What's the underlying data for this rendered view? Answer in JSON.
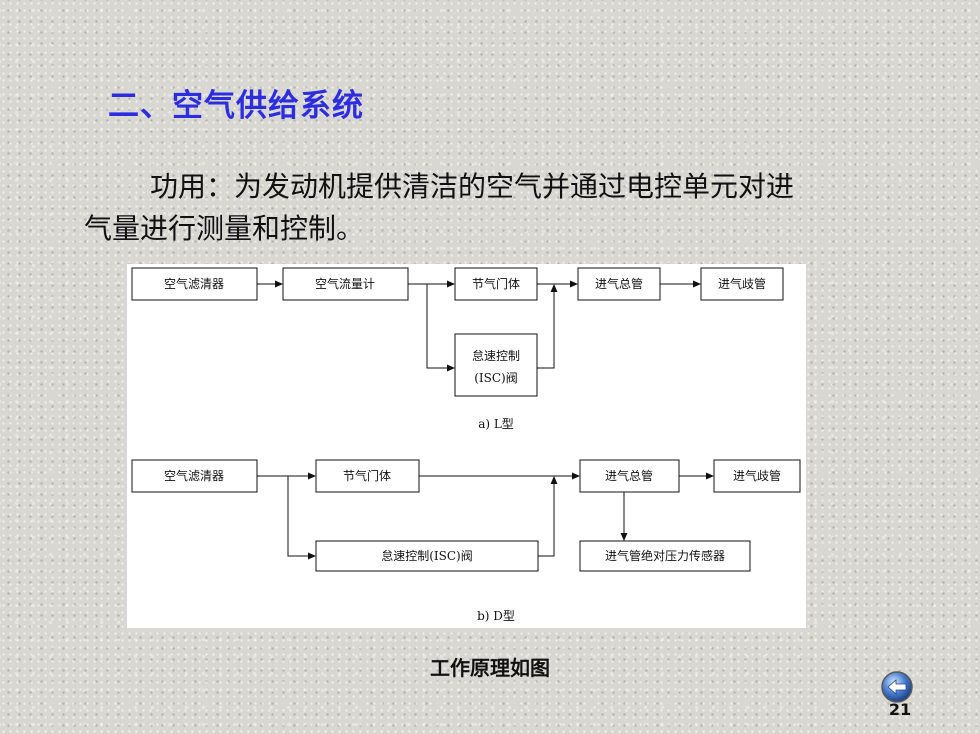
{
  "slide": {
    "title": "二、空气供给系统",
    "body_first": "功用：为发动机提供清洁的空气并通过电控单元对进",
    "body_second": "气量进行测量和控制。",
    "caption": "工作原理如图",
    "page_number": "21"
  },
  "diagram": {
    "l_type": {
      "label": "a) L型",
      "nodes": {
        "air_filter": "空气滤清器",
        "air_flow_meter": "空气流量计",
        "throttle_body": "节气门体",
        "intake_manifold_main": "进气总管",
        "intake_branch": "进气歧管",
        "isc_line1": "怠速控制",
        "isc_line2": "(ISC)阀"
      }
    },
    "d_type": {
      "label": "b) D型",
      "nodes": {
        "air_filter": "空气滤清器",
        "throttle_body": "节气门体",
        "intake_manifold_main": "进气总管",
        "intake_branch": "进气歧管",
        "isc_valve": "怠速控制(ISC)阀",
        "map_sensor": "进气管绝对压力传感器"
      }
    }
  },
  "nav": {
    "icon": "back-arrow-icon",
    "color": "#4a7fd0"
  }
}
